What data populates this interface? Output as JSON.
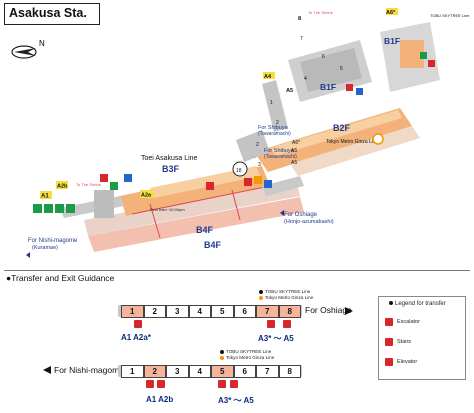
{
  "station_title": "Asakusa Sta.",
  "compass_label": "N",
  "map": {
    "floors": {
      "b1f_a": "B1F",
      "b1f_b": "B1F",
      "b2f": "B2F",
      "b3f": "B3F",
      "b4f_a": "B4F",
      "b4f_b": "B4F"
    },
    "line_toei": "Toei Asakusa Line",
    "line_ginza": "Tokyo Metro Ginza Line",
    "tobu_skytree": "TOBU SKYTREE Line",
    "to_shrine_a": "To The Shrine",
    "to_shrine_b": "To The Shrine",
    "for_shibuya_a_line1": "For Shibuya",
    "for_shibuya_a_line2": "(Tawaramachi)",
    "for_shibuya_b_line1": "For Shibuya",
    "for_shibuya_b_line2": "(Tawaramachi)",
    "for_oshiage_line1": "For Oshiage",
    "for_oshiage_line2": "(Honjo-azumabashi)",
    "for_nishimagome_line1": "For Nishi-magome",
    "for_nishimagome_line2": "(Kuramae)",
    "first_train": "First train~10:00pm",
    "exits": {
      "a1": "A1",
      "a2a": "A2a",
      "a2b": "A2b",
      "a3": "A3*",
      "a4": "A4",
      "a5": "A5",
      "a5b": "A5",
      "a5c": "A5",
      "a6": "A6*",
      "a6b": "A6*",
      "one": "1",
      "two": "2",
      "two_b": "2",
      "three": "3",
      "four": "4",
      "five": "5",
      "six": "6",
      "seven": "7",
      "eight": "8",
      "eighteen": "18",
      "b8": "8"
    }
  },
  "transfer": {
    "section_title": "●Transfer and Exit Guidance",
    "oshiage": {
      "notes": [
        "TOBU SKYTREE Line",
        "Tokyo Metro Ginza Line"
      ],
      "cars": [
        "1",
        "2",
        "3",
        "4",
        "5",
        "6",
        "7",
        "8"
      ],
      "highlighted": [
        1,
        7,
        8
      ],
      "direction": "For Oshiage",
      "exits_left": "A1 A2a*",
      "exits_right": "A3* ～ A5"
    },
    "nishimagome": {
      "notes": [
        "TOBU SKYTREE Line",
        "Tokyo Metro Ginza Line"
      ],
      "cars": [
        "1",
        "2",
        "3",
        "4",
        "5",
        "6",
        "7",
        "8"
      ],
      "highlighted": [
        2,
        5
      ],
      "direction": "For Nishi-magome",
      "exits_left": "A1 A2b",
      "exits_right": "A3* ～ A5"
    }
  },
  "legend": {
    "title": "Legend for transfer",
    "items": [
      {
        "label": "Escalator"
      },
      {
        "label": "Stairs"
      },
      {
        "label": "Elevator"
      }
    ]
  },
  "colors": {
    "accent_red": "#d7262c",
    "highlight_car": "#f6b59a",
    "platform_orange": "#f2b27a",
    "platform_pink": "#f3c0b0",
    "floor_label": "#1f3c8a"
  }
}
